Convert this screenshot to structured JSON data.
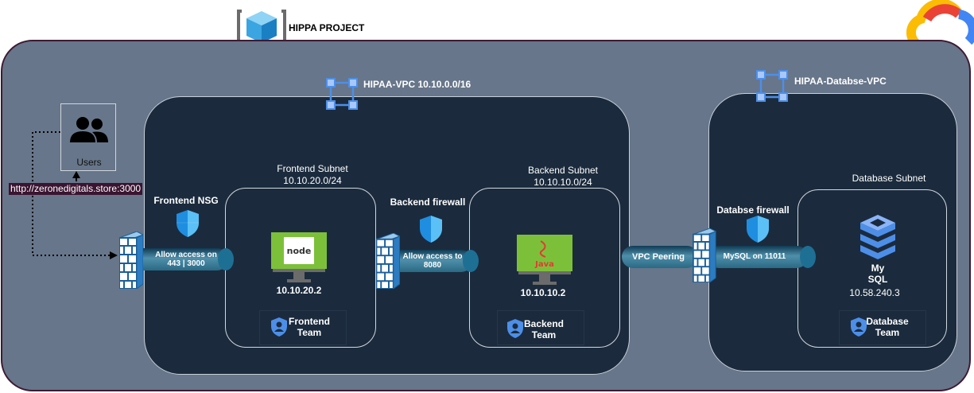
{
  "project": {
    "title": "HIPPA PROJECT"
  },
  "users": {
    "label": "Users",
    "url": "http://zeronedigitals.store:3000"
  },
  "vpc_main": {
    "title": "HIPAA-VPC 10.10.0.0/16"
  },
  "vpc_db": {
    "title": "HIPAA-Databse-VPC"
  },
  "frontend_subnet": {
    "name": "Frontend Subnet",
    "cidr": "10.10.20.0/24",
    "ip": "10.10.20.2",
    "team": "Frontend Team"
  },
  "backend_subnet": {
    "name": "Backend Subnet",
    "cidr": "10.10.10.0/24",
    "ip": "10.10.10.2",
    "team": "Backend Team"
  },
  "database_subnet": {
    "name": "Database Subnet",
    "db_name": "My SQL",
    "ip": "10.58.240.3",
    "team": "Database Team"
  },
  "frontend_nsg": {
    "label": "Frontend NSG",
    "pipe_text": "Allow access on 443 | 3000"
  },
  "backend_firewall": {
    "label": "Backend firewall",
    "pipe_text": "Allow access to 8080"
  },
  "db_firewall": {
    "label": "Databse firewall",
    "pipe_text": "MySQL  on 11011"
  },
  "peering": {
    "label": "VPC Peering"
  },
  "icons": {
    "node": "node-js-logo",
    "java": "java-logo",
    "shield": "shield-icon",
    "firewall": "firewall-icon",
    "vpc": "vpc-icon",
    "users": "users-icon",
    "database": "database-icon",
    "gcp": "google-cloud-logo",
    "project": "project-cube-icon"
  },
  "colors": {
    "outer": "#67768a",
    "vpc": "#1b2b3d",
    "pipe": "#2a6984",
    "shield": "#1f8ee0"
  }
}
